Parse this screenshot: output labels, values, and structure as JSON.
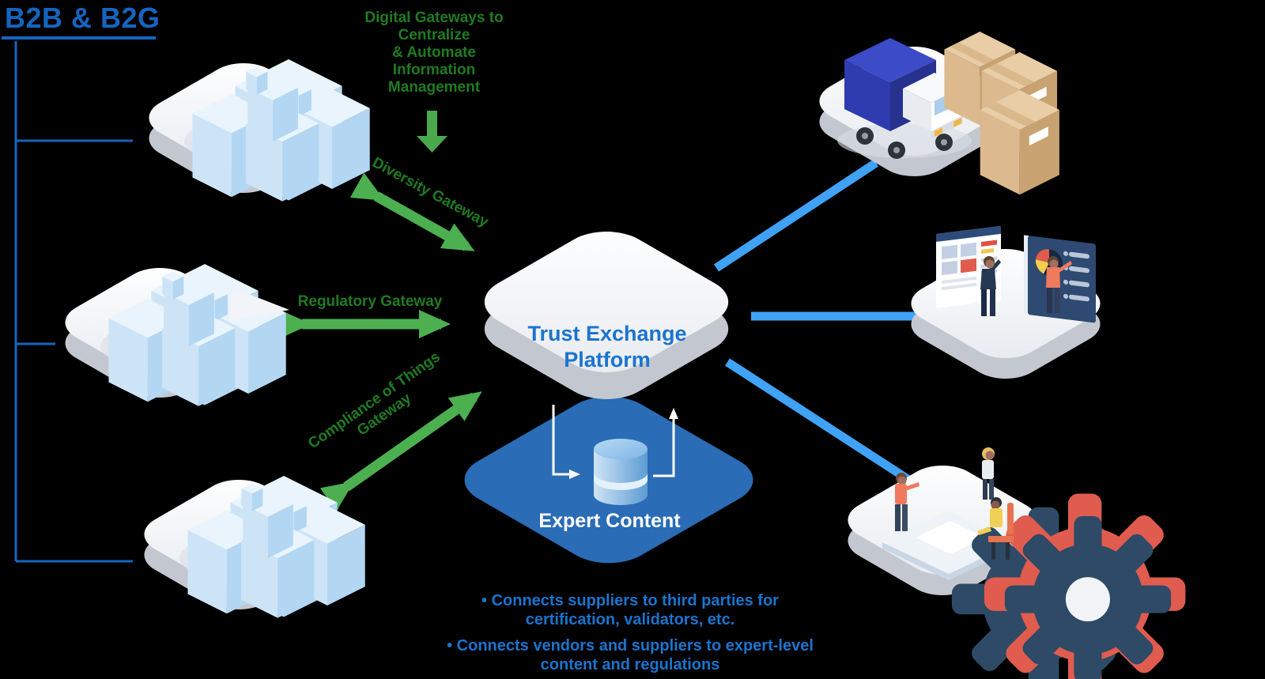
{
  "header": {
    "title": "B2B & B2G"
  },
  "intro_note": "Digital Gateways to\nCentralize\n& Automate\nInformation\nManagement",
  "gateways": {
    "diversity": "Diversity Gateway",
    "regulatory": "Regulatory Gateway",
    "compliance": "Compliance of Things\nGateway"
  },
  "platform": {
    "name": "Trust Exchange\nPlatform"
  },
  "expert_content": {
    "label": "Expert Content"
  },
  "notes": {
    "first": "• Connects suppliers to third parties for\ncertification, validators, etc.",
    "second": "• Connects vendors and suppliers to expert-level\ncontent and regulations"
  },
  "icons": {
    "left_tiles": "city-buildings-icon",
    "top_right_tile": "delivery-truck-boxes-icon",
    "middle_right_tile": "analytics-presentation-icon",
    "bottom_right_tile": "team-gears-icon",
    "platform_logo": "trust-exchange-logo-icon",
    "expert_content": "database-icon",
    "intro_arrow": "down-arrow-icon"
  },
  "colors": {
    "background": "#000000",
    "title_blue": "#1565c0",
    "text_blue": "#1b74ce",
    "connector_blue": "#3fa2f5",
    "green_text": "#1e7c20",
    "green_arrow": "#4caf50",
    "expert_diamond_blue": "#2a6cb5",
    "logo_blue": "#4191e0",
    "logo_green": "#6aa746"
  }
}
